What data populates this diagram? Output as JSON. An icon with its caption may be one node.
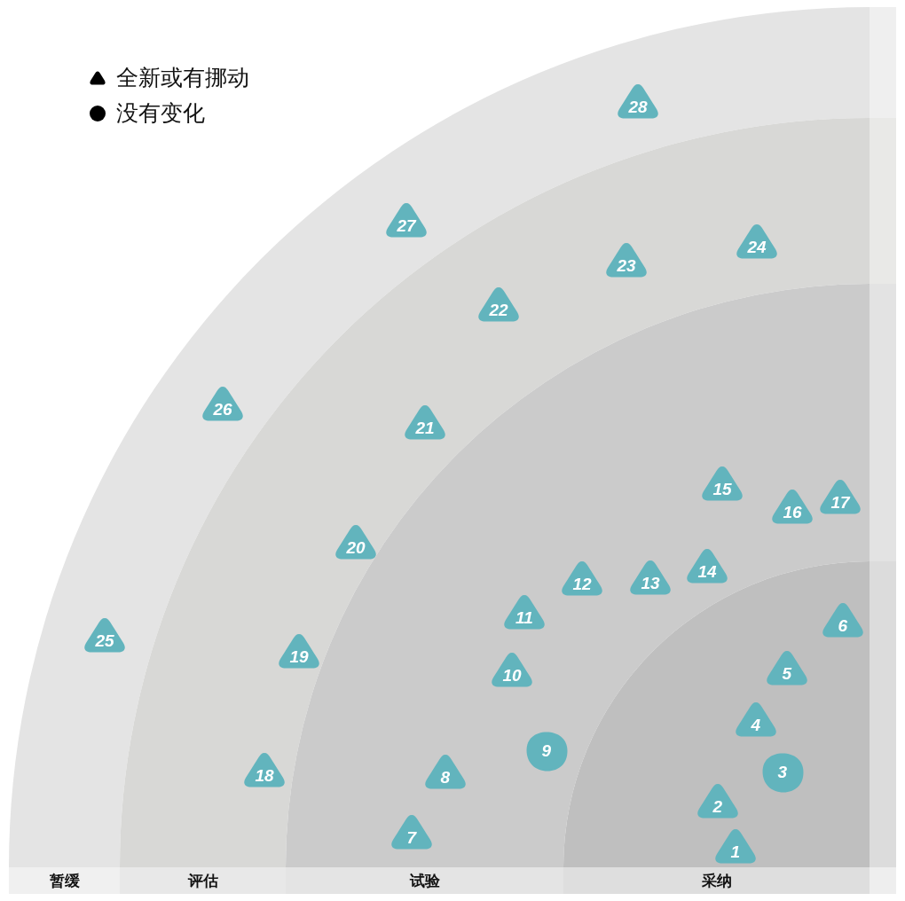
{
  "diagram": {
    "nodes": [
      {
        "text": [
          "暂缓"
        ]
      },
      {
        "text": [
          "评估"
        ]
      },
      {
        "text": [
          "试验"
        ]
      },
      {
        "text": [
          "采纳"
        ]
      },
      {
        "text": [
          "1"
        ],
        "in": 3
      },
      {
        "text": [
          "2"
        ],
        "in": 3
      },
      {
        "text": [
          "3"
        ],
        "in": 3
      },
      {
        "text": [
          "4"
        ],
        "in": 3
      },
      {
        "text": [
          "5"
        ],
        "in": 3
      },
      {
        "text": [
          "6"
        ],
        "in": 3
      },
      {
        "text": [
          "7"
        ],
        "in": 2
      },
      {
        "text": [
          "8"
        ],
        "in": 2
      },
      {
        "text": [
          "9"
        ],
        "in": 2
      },
      {
        "text": [
          "10"
        ],
        "in": 2
      },
      {
        "text": [
          "11"
        ],
        "in": 2
      },
      {
        "text": [
          "12"
        ],
        "in": 2
      },
      {
        "text": [
          "13"
        ],
        "in": 2
      },
      {
        "text": [
          "14"
        ],
        "in": 2
      },
      {
        "text": [
          "15"
        ],
        "in": 2
      },
      {
        "text": [
          "16"
        ],
        "in": 2
      },
      {
        "text": [
          "17"
        ],
        "in": 2
      },
      {
        "text": [
          "18"
        ],
        "in": 1
      },
      {
        "text": [
          "19"
        ],
        "in": 1
      },
      {
        "text": [
          "20"
        ],
        "in": 1
      },
      {
        "text": [
          "21"
        ],
        "in": 1
      },
      {
        "text": [
          "22"
        ],
        "in": 1
      },
      {
        "text": [
          "23"
        ],
        "in": 1
      },
      {
        "text": [
          "24"
        ],
        "in": 1
      },
      {
        "text": [
          "25"
        ],
        "in": 0
      },
      {
        "text": [
          "26"
        ],
        "in": 0
      },
      {
        "text": [
          "27"
        ],
        "in": 0
      },
      {
        "text": [
          "28"
        ],
        "in": 0
      }
    ],
    "edges": [],
    "legend": [
      {
        "text": "全新或有挪动"
      },
      {
        "text": "没有变化"
      }
    ]
  }
}
